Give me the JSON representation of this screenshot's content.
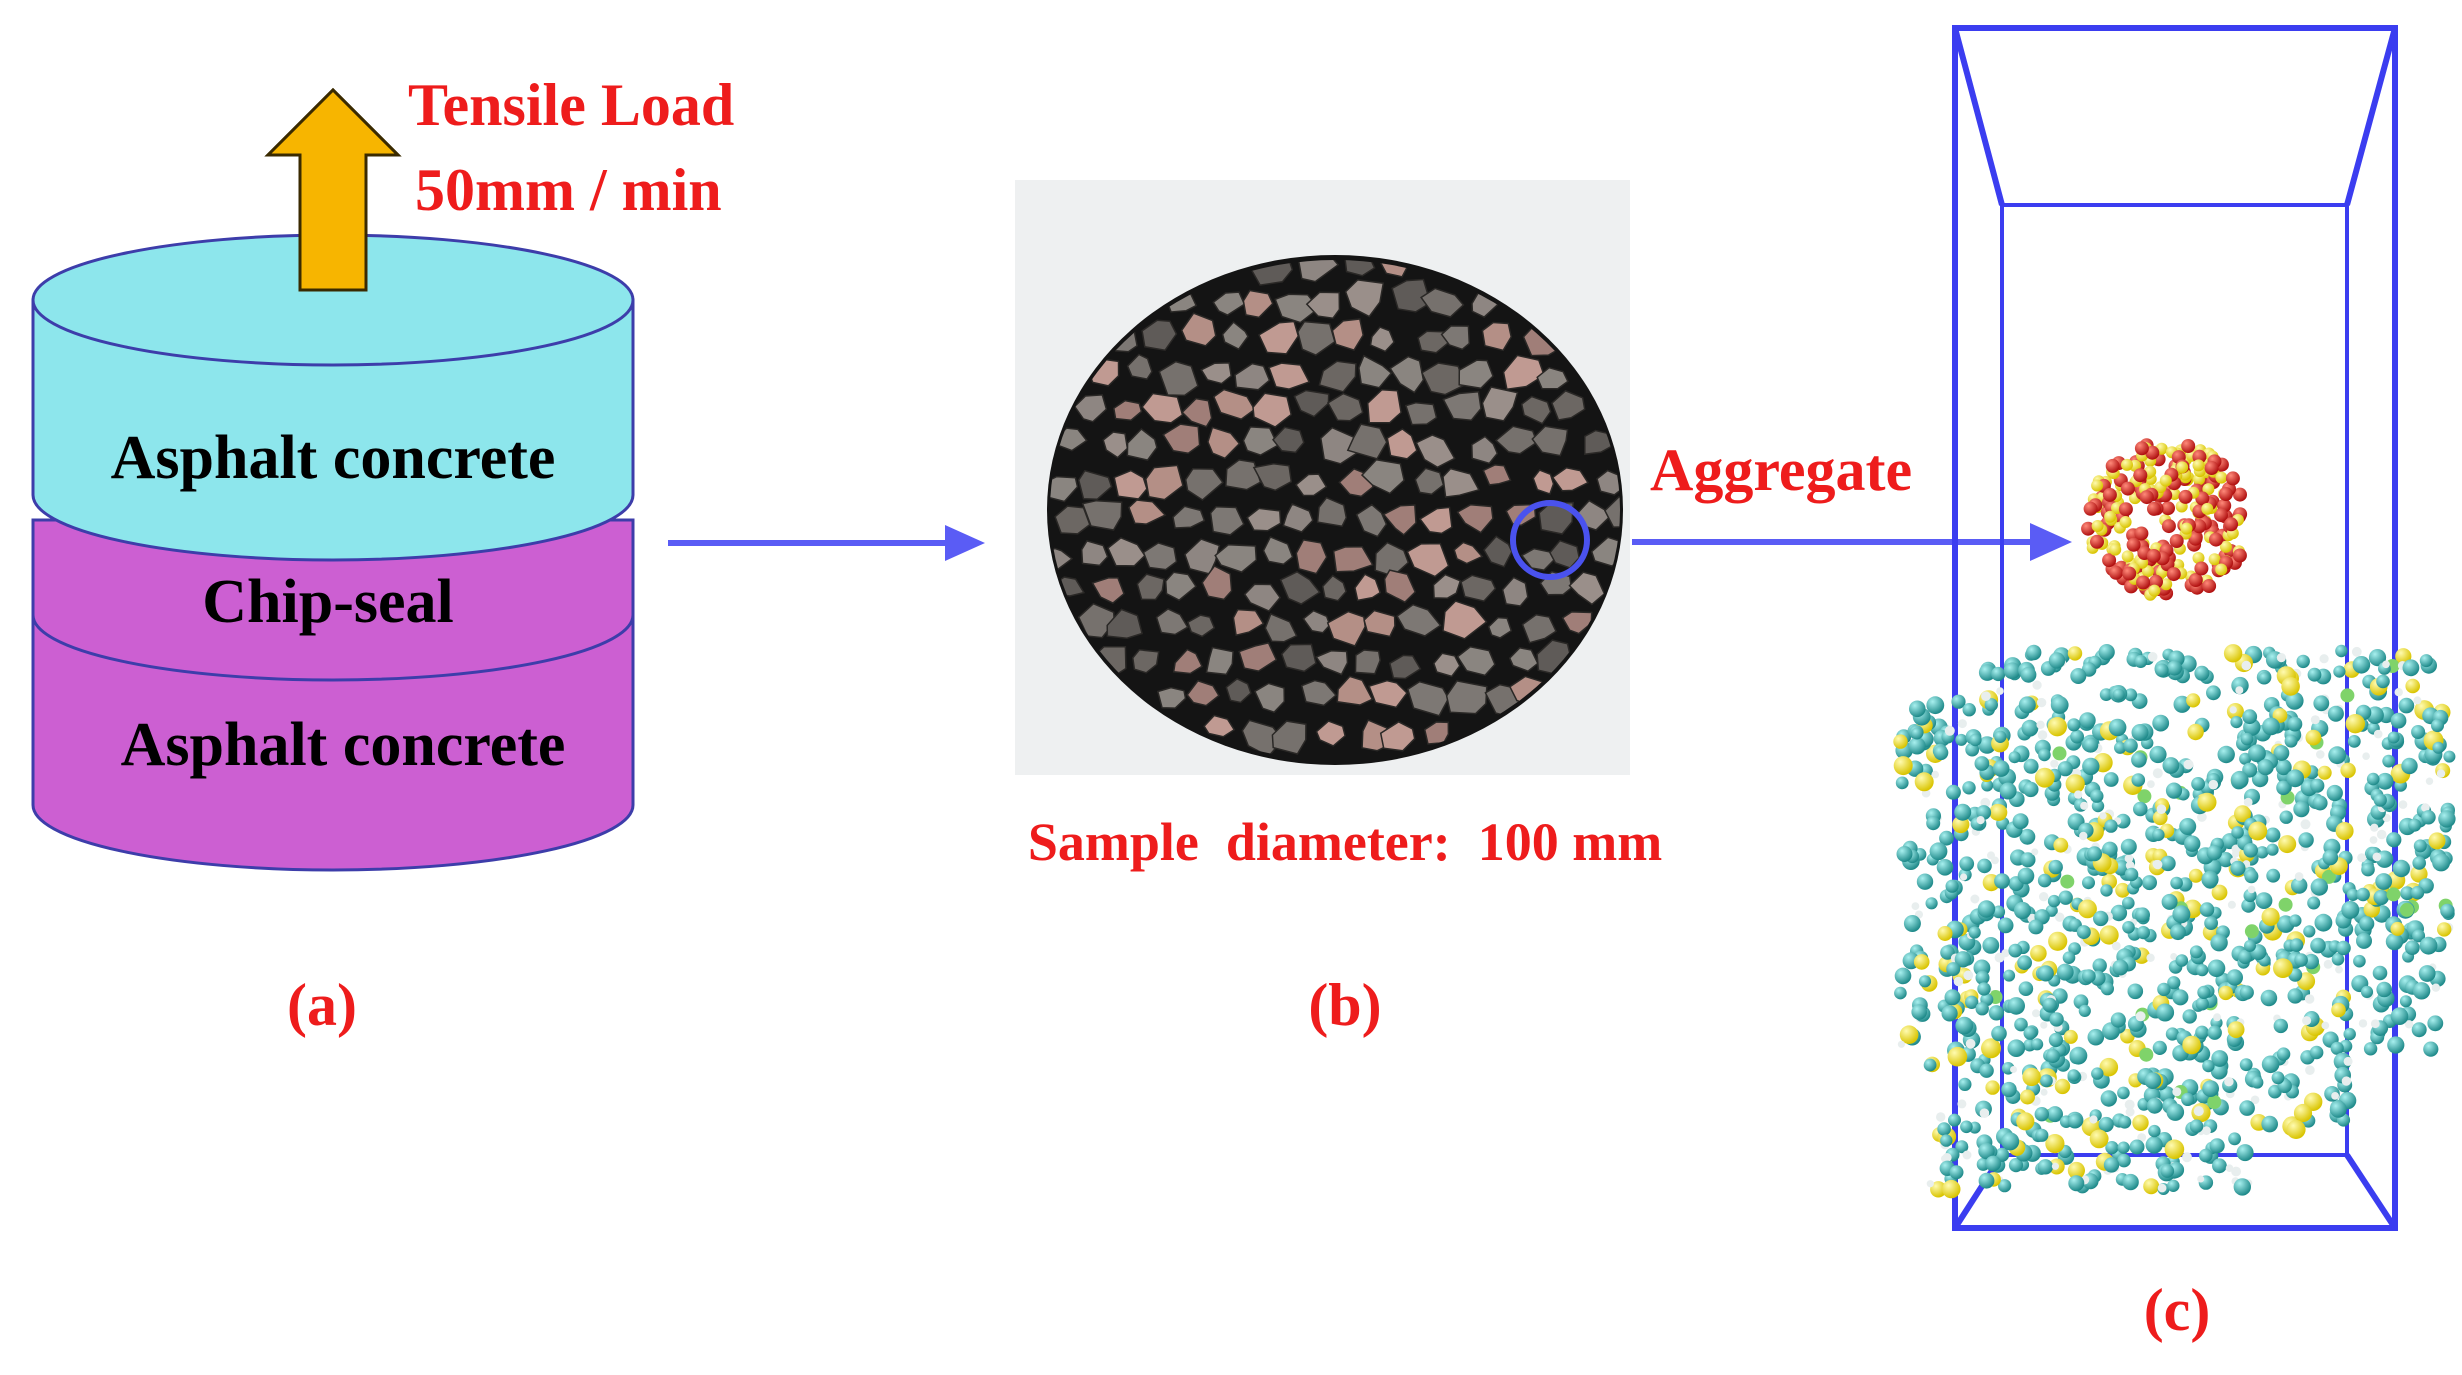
{
  "panel_a": {
    "load_line1": "Tensile Load",
    "load_line2": "50mm / min",
    "layer_top": "Asphalt concrete",
    "layer_middle": "Chip-seal",
    "layer_bottom": "Asphalt concrete",
    "caption": "(a)"
  },
  "panel_b": {
    "sample_caption": "Sample  diameter:  100 mm",
    "caption": "(b)"
  },
  "panel_c": {
    "aggregate_label": "Aggregate",
    "caption": "(c)"
  },
  "colors": {
    "label_red": "#ee1c1c",
    "arrow_blue": "#5a5cf5",
    "box_blue": "#3b3df0",
    "layer_cyan": "#8de6ec",
    "layer_magenta": "#cc5fd2",
    "load_arrow": "#f7b500",
    "molecule_teal": "#2fa9a9"
  }
}
